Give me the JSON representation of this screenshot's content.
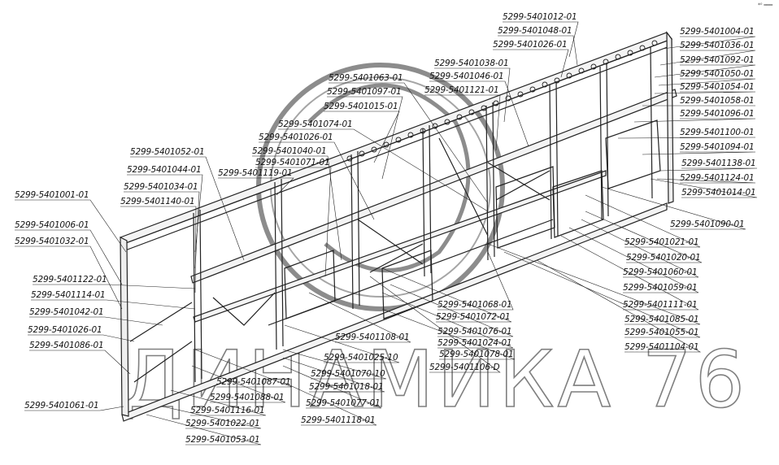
{
  "watermark": {
    "text": "ДИНАМИКА 76"
  },
  "corner_mark": "*⁰ ═══",
  "labels": [
    "5299-5401012-01",
    "5299-5401048-01",
    "5299-5401026-01",
    "5299-5401004-01",
    "5299-5401036-01",
    "5299-5401092-01",
    "5299-5401050-01",
    "5299-5401054-01",
    "5299-5401058-01",
    "5299-5401096-01",
    "5299-5401038-01",
    "5299-5401046-01",
    "5299-5401121-01",
    "5299-5401063-01",
    "5299-5401097-01",
    "5299-5401015-01",
    "5299-5401074-01",
    "5299-5401026-01",
    "5299-5401040-01",
    "5299-5401071-01",
    "5299-5401119-01",
    "5299-5401052-01",
    "5299-5401044-01",
    "5299-5401034-01",
    "5299-5401140-01",
    "5299-5401001-01",
    "5299-5401006-01",
    "5299-5401032-01",
    "5299-5401100-01",
    "5299-5401094-01",
    "5299-5401138-01",
    "5299-5401124-01",
    "5299-5401014-01",
    "5299-5401090-01",
    "5299-5401021-01",
    "5299-5401020-01",
    "5299-5401060-01",
    "5299-5401059-01",
    "5299-5401111-01",
    "5299-5401085-01",
    "5299-5401055-01",
    "5299-5401104-01",
    "5299-5401122-01",
    "5299-5401114-01",
    "5299-5401042-01",
    "5299-5401026-01",
    "5299-5401086-01",
    "5299-5401068-01",
    "5299-5401072-01",
    "5299-5401076-01",
    "5299-5401024-01",
    "5299-5401078-01",
    "5299-5401106-D",
    "5299-5401108-01",
    "5299-5401025-10",
    "5299-5401070-10",
    "5299-5401018-01",
    "5299-5401087-01",
    "5299-5401088-01",
    "5299-5401077-01",
    "5299-5401061-01",
    "5299-5401116-01",
    "5299-5401022-01",
    "5299-5401118-01",
    "5299-5401053-01"
  ]
}
